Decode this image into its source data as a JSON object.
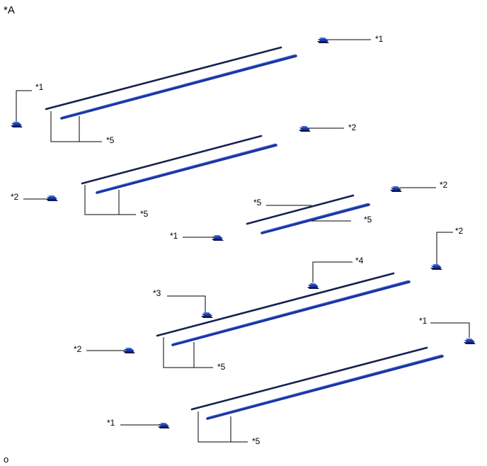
{
  "view_label": "*A",
  "footer_label": "o",
  "callouts": {
    "c1": "*1",
    "c2": "*2",
    "c3": "*3",
    "c4": "*4",
    "c5": "*5"
  },
  "colors": {
    "strip_dark": "#16214f",
    "strip_blue": "#1b35a0",
    "clip": "#1e3aa8"
  },
  "parts": [
    {
      "id": "*1",
      "type": "clip"
    },
    {
      "id": "*2",
      "type": "clip"
    },
    {
      "id": "*3",
      "type": "clip"
    },
    {
      "id": "*4",
      "type": "clip"
    },
    {
      "id": "*5",
      "type": "molding-strip"
    }
  ]
}
